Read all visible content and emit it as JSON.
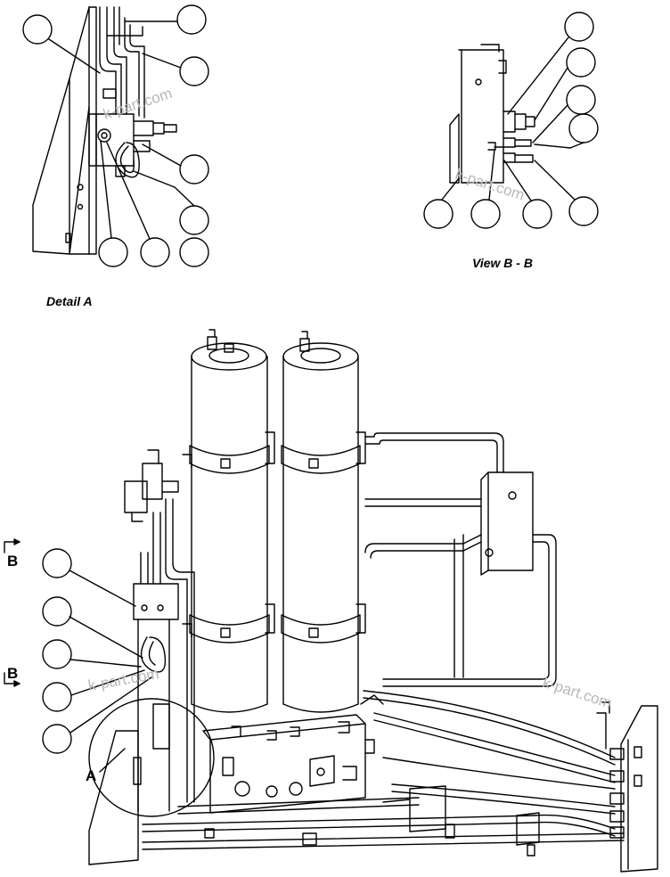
{
  "labels": {
    "detail_a": "Detail A",
    "view_bb": "View B - B",
    "section_b_top": "B",
    "section_b_bottom": "B",
    "detail_marker": "A"
  },
  "watermarks": [
    "k-part.com",
    "k-part.com",
    "k-part.com",
    "k-part.com"
  ],
  "callouts": {
    "detail_a_count": 8,
    "view_bb_count": 8,
    "main_count": 5
  },
  "colors": {
    "ink": "#000000",
    "watermark": "#b8b8b8",
    "background": "#ffffff"
  }
}
